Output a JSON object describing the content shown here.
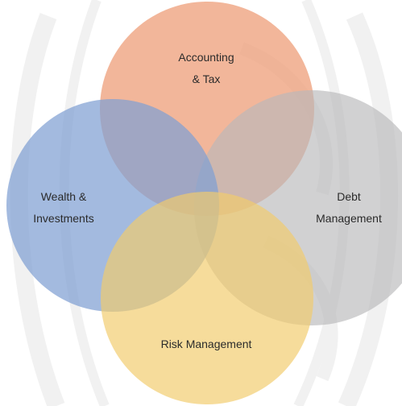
{
  "diagram": {
    "type": "venn",
    "circles": [
      {
        "id": "accounting",
        "lines": [
          "Accounting",
          "& Tax"
        ],
        "color": "#ee9e78"
      },
      {
        "id": "debt",
        "lines": [
          "Debt",
          "Management"
        ],
        "color": "#b8b8ba"
      },
      {
        "id": "wealth",
        "lines": [
          "Wealth &",
          "Investments"
        ],
        "color": "#7f9fd3"
      },
      {
        "id": "risk",
        "lines": [
          "Risk Management"
        ],
        "color": "#f2cb6c"
      }
    ],
    "background_watermark": "faint grey swirl pattern"
  }
}
